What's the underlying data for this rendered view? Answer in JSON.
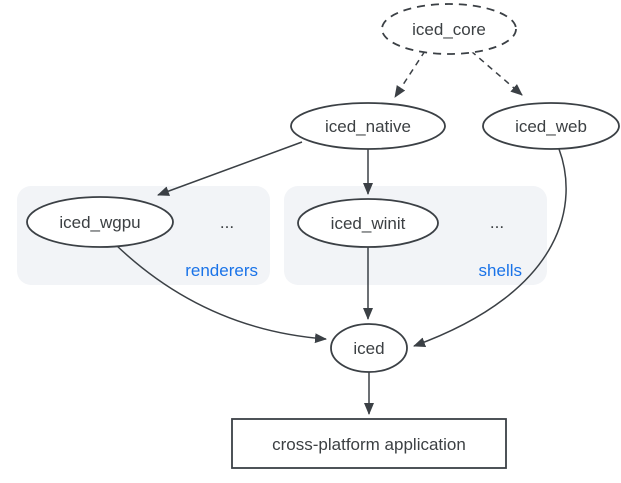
{
  "diagram": {
    "type": "dependency-graph",
    "colors": {
      "background": "#ffffff",
      "stroke": "#3b4045",
      "text": "#3c4043",
      "node_fill": "#ffffff",
      "group_fill": "#f2f4f7",
      "group_label": "#1a73e8"
    },
    "nodes": [
      {
        "id": "iced_core",
        "label": "iced_core",
        "shape": "ellipse",
        "style": "dashed"
      },
      {
        "id": "iced_native",
        "label": "iced_native",
        "shape": "ellipse",
        "style": "solid"
      },
      {
        "id": "iced_web",
        "label": "iced_web",
        "shape": "ellipse",
        "style": "solid"
      },
      {
        "id": "iced_wgpu",
        "label": "iced_wgpu",
        "shape": "ellipse",
        "style": "solid",
        "group": "renderers"
      },
      {
        "id": "iced_winit",
        "label": "iced_winit",
        "shape": "ellipse",
        "style": "solid",
        "group": "shells"
      },
      {
        "id": "iced",
        "label": "iced",
        "shape": "ellipse",
        "style": "solid"
      },
      {
        "id": "app",
        "label": "cross-platform application",
        "shape": "rect",
        "style": "solid"
      }
    ],
    "groups": [
      {
        "id": "renderers",
        "label": "renderers",
        "ellipsis": "..."
      },
      {
        "id": "shells",
        "label": "shells",
        "ellipsis": "..."
      }
    ],
    "edges": [
      {
        "from": "iced_core",
        "to": "iced_native",
        "style": "dashed"
      },
      {
        "from": "iced_core",
        "to": "iced_web",
        "style": "dashed"
      },
      {
        "from": "iced_native",
        "to": "iced_wgpu",
        "style": "solid"
      },
      {
        "from": "iced_native",
        "to": "iced_winit",
        "style": "solid"
      },
      {
        "from": "iced_winit",
        "to": "iced",
        "style": "solid"
      },
      {
        "from": "iced_wgpu",
        "to": "iced",
        "style": "solid"
      },
      {
        "from": "iced_web",
        "to": "iced",
        "style": "solid"
      },
      {
        "from": "iced",
        "to": "app",
        "style": "solid"
      }
    ]
  }
}
